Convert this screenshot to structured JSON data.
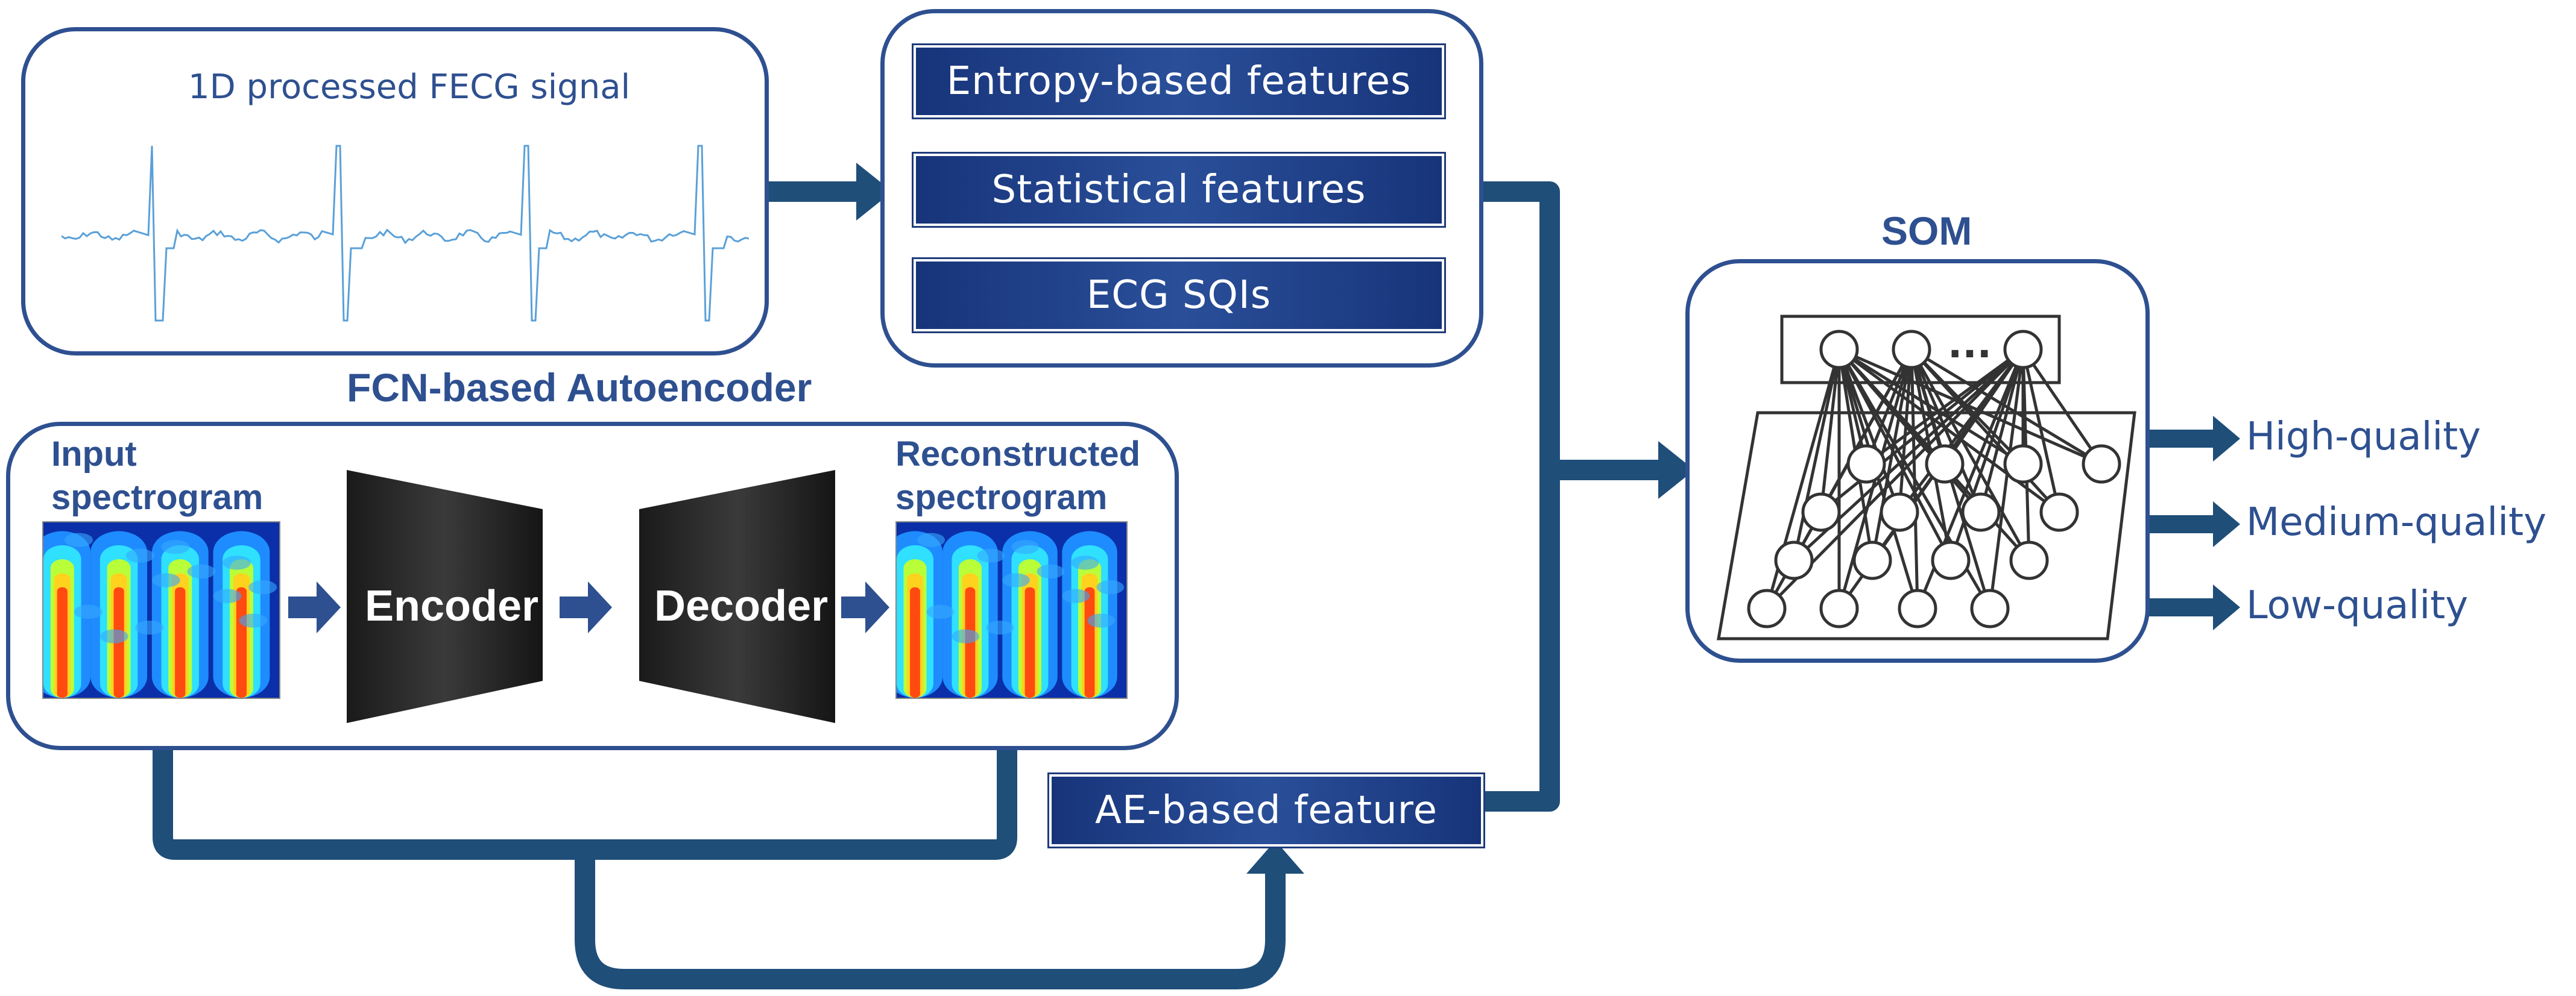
{
  "signal_box": {
    "title": "1D processed FECG signal"
  },
  "features": [
    {
      "label": "Entropy-based features"
    },
    {
      "label": "Statistical features"
    },
    {
      "label": "ECG SQIs"
    }
  ],
  "autoencoder": {
    "title": "FCN-based Autoencoder",
    "input_label": "Input spectrogram",
    "encoder_label": "Encoder",
    "decoder_label": "Decoder",
    "output_label": "Reconstructed spectrogram"
  },
  "ae_feature": {
    "label": "AE-based feature"
  },
  "som": {
    "title": "SOM",
    "ellipsis": "..."
  },
  "outputs": [
    {
      "label": "High-quality"
    },
    {
      "label": "Medium-quality"
    },
    {
      "label": "Low-quality"
    }
  ],
  "colors": {
    "primary": "#2e5090",
    "dark_blue": "#1f4e79",
    "feature_fill": "#1f3c7a"
  }
}
